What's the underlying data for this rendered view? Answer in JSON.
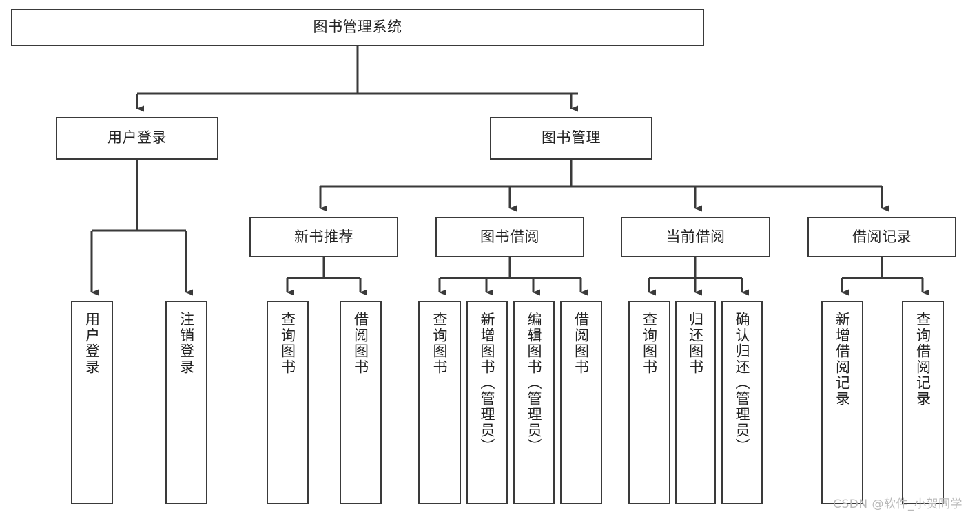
{
  "diagram": {
    "title": "图书管理系统",
    "type": "tree-hierarchy",
    "root": {
      "label": "图书管理系统"
    },
    "level2": [
      {
        "id": "user-login",
        "label": "用户登录"
      },
      {
        "id": "book-management",
        "label": "图书管理"
      }
    ],
    "level3": [
      {
        "id": "new-book-recommend",
        "label": "新书推荐",
        "parent": "book-management"
      },
      {
        "id": "book-borrow",
        "label": "图书借阅",
        "parent": "book-management"
      },
      {
        "id": "current-borrow",
        "label": "当前借阅",
        "parent": "book-management"
      },
      {
        "id": "borrow-record",
        "label": "借阅记录",
        "parent": "book-management"
      }
    ],
    "leaves": {
      "user-login": [
        {
          "id": "leaf-user-login",
          "label": "用户登录"
        },
        {
          "id": "leaf-user-logout",
          "label": "注销登录"
        }
      ],
      "new-book-recommend": [
        {
          "id": "leaf-query-book-1",
          "label": "查询图书"
        },
        {
          "id": "leaf-borrow-book-1",
          "label": "借阅图书"
        }
      ],
      "book-borrow": [
        {
          "id": "leaf-query-book-2",
          "label": "查询图书"
        },
        {
          "id": "leaf-add-book",
          "label": "新增图书（管理员）"
        },
        {
          "id": "leaf-edit-book",
          "label": "编辑图书（管理员）"
        },
        {
          "id": "leaf-borrow-book-2",
          "label": "借阅图书"
        }
      ],
      "current-borrow": [
        {
          "id": "leaf-query-book-3",
          "label": "查询图书"
        },
        {
          "id": "leaf-return-book",
          "label": "归还图书"
        },
        {
          "id": "leaf-confirm-return",
          "label": "确认归还（管理员）"
        }
      ],
      "borrow-record": [
        {
          "id": "leaf-add-record",
          "label": "新增借阅记录"
        },
        {
          "id": "leaf-query-record",
          "label": "查询借阅记录"
        }
      ]
    }
  },
  "watermark": {
    "text": "CSDN @软件_小贺同学"
  },
  "colors": {
    "box_border": "#3a3a3a",
    "box_fill": "#ffffff",
    "connector": "#3a3a3a",
    "text": "#222222",
    "watermark": "#b9b9b9",
    "background": "#ffffff"
  }
}
